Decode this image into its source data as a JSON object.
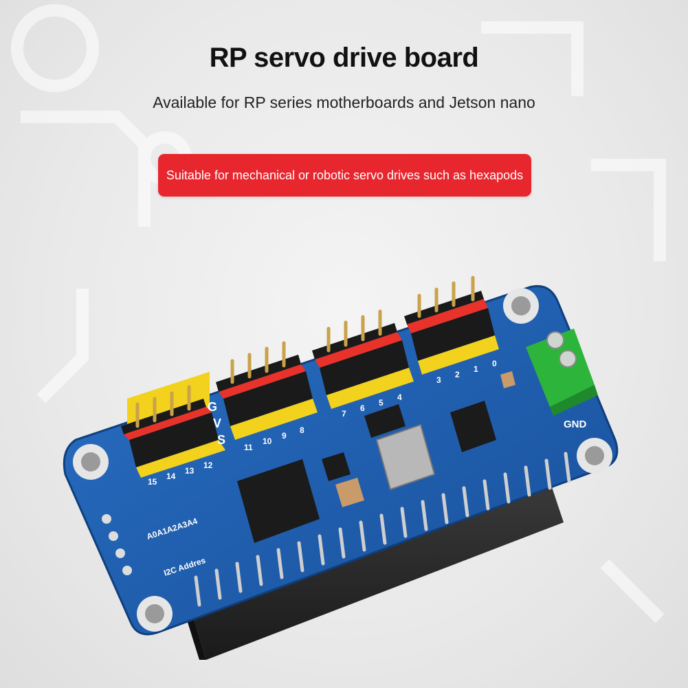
{
  "title": "RP servo drive board",
  "subtitle": "Available for RP series motherboards and Jetson nano",
  "badge": "Suitable for mechanical or robotic servo drives such as hexapods",
  "colors": {
    "badge_bg": "#e8262e",
    "pcb": "#1d5fb0",
    "header_yellow": "#f2d21c",
    "header_red": "#e8322a",
    "terminal_green": "#2db53b"
  },
  "board": {
    "channels_group_left": [
      "15",
      "14",
      "13",
      "12"
    ],
    "channels_group_2": [
      "11",
      "10",
      "9",
      "8"
    ],
    "channels_group_3": [
      "7",
      "6",
      "5",
      "4"
    ],
    "channels_group_right": [
      "3",
      "2",
      "1",
      "0"
    ],
    "pin_label_g": "G",
    "pin_label_v": "V",
    "pin_label_s": "S",
    "address_labels": "A0A1A2A3A4",
    "i2c_label": "I2C Addres",
    "gnd_label": "GND"
  }
}
